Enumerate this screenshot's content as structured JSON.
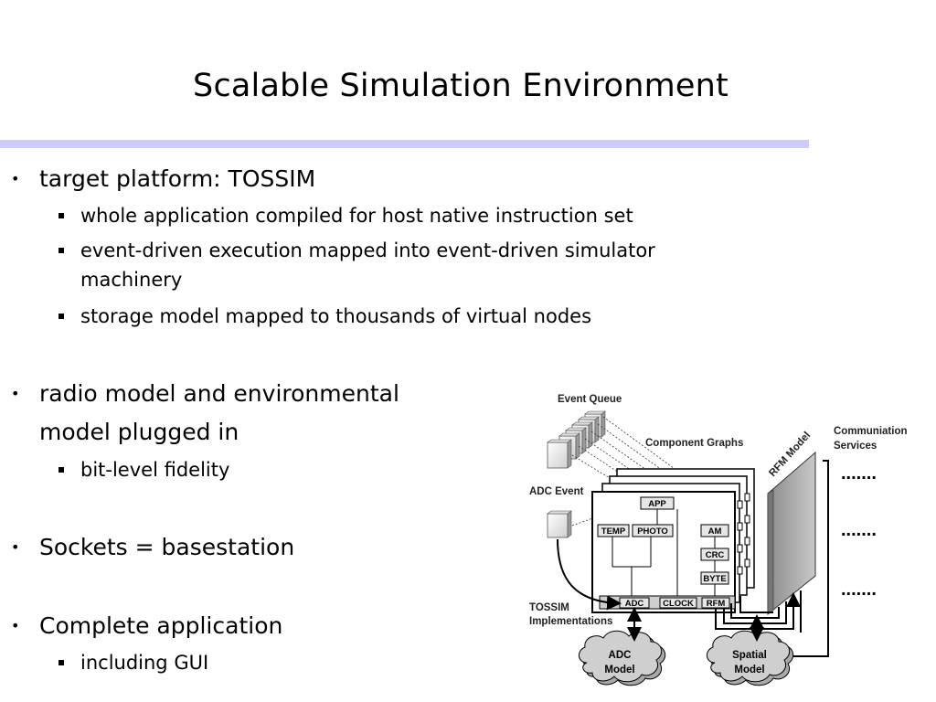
{
  "slide": {
    "title": "Scalable Simulation Environment"
  },
  "bullets": {
    "b1": "target platform: TOSSIM",
    "b1_1": "whole application compiled for host native instruction set",
    "b1_2_line1": "event-driven execution mapped into event-driven simulator",
    "b1_2_line2": "machinery",
    "b1_3": "storage model mapped to thousands of virtual nodes",
    "b2_line1": "radio model and environmental",
    "b2_line2": "model plugged in",
    "b2_1": "bit-level fidelity",
    "b3": "Sockets = basestation",
    "b4": "Complete application",
    "b4_1": "including GUI"
  },
  "diagram": {
    "event_queue": "Event Queue",
    "component_graphs": "Component Graphs",
    "rfm_model": "RFM Model",
    "comm_services_line1": "Communiation",
    "comm_services_line2": "Services",
    "dots": ".......",
    "adc_event": "ADC Event",
    "app": "APP",
    "temp": "TEMP",
    "photo": "PHOTO",
    "am": "AM",
    "crc": "CRC",
    "byte": "BYTE",
    "adc": "ADC",
    "clock": "CLOCK",
    "rfm": "RFM",
    "tossim_line1": "TOSSIM",
    "tossim_line2": "Implementations",
    "adc_model_line1": "ADC",
    "adc_model_line2": "Model",
    "spatial_model_line1": "Spatial",
    "spatial_model_line2": "Model"
  },
  "colors": {
    "title_rule": "#ccccff"
  }
}
